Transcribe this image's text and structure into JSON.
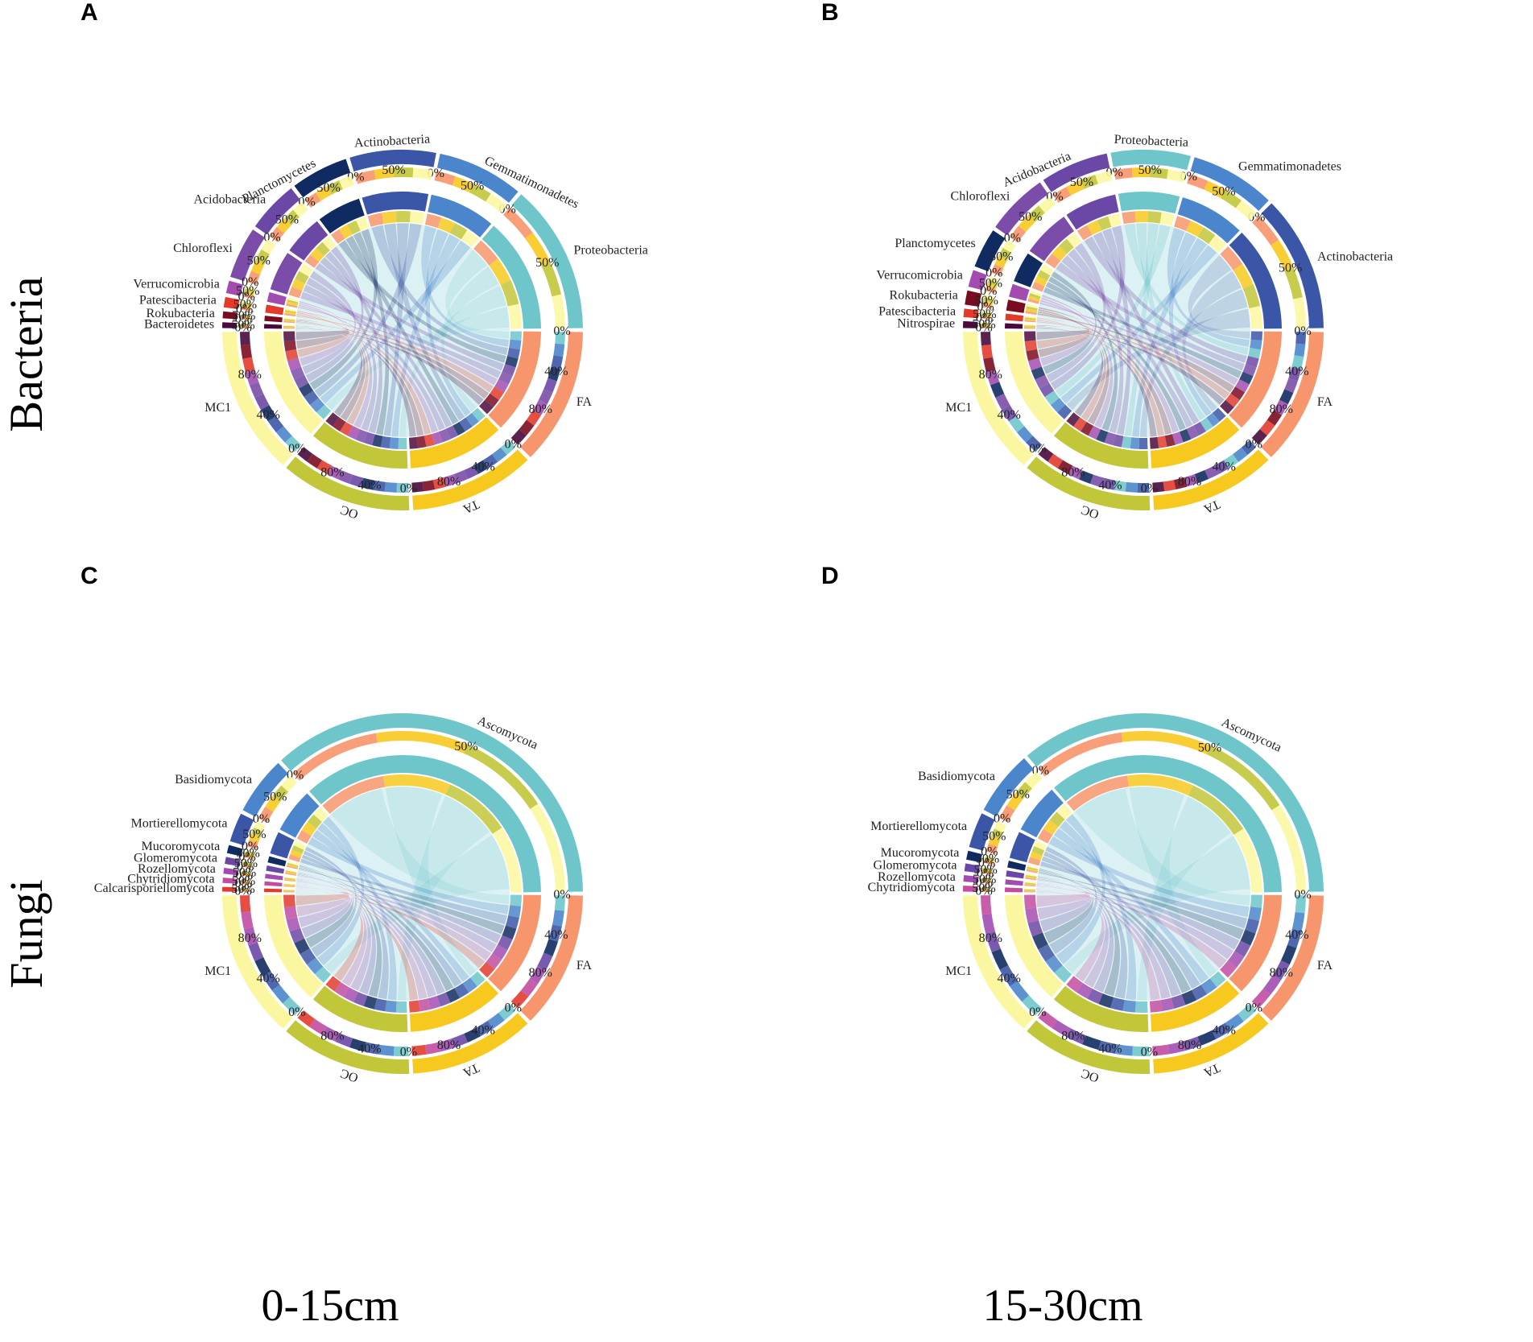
{
  "figure": {
    "row_labels": [
      "Bacteria",
      "Fungi"
    ],
    "col_labels": [
      "0-15cm",
      "15-30cm"
    ]
  },
  "colors": {
    "FA": "#F7956C",
    "TA": "#F7C91E",
    "OC": "#C2C73A",
    "MC1": "#FBF7A0",
    "Proteobacteria": "#6EC6CB",
    "Actinobacteria": "#3B56A6",
    "Gemmatimonadetes": "#4B86CC",
    "Planctomycetes": "#102B61",
    "Acidobacteria": "#6B48A5",
    "Chloroflexi": "#7B4CA8",
    "Verrucomicrobia": "#A24CB0",
    "Patescibacteria": "#E23B2C",
    "Rokubacteria": "#7A0C20",
    "Bacteroidetes": "#4A0A3C",
    "Nitrospirae": "#4A0A3C",
    "Ascomycota": "#6EC6CB",
    "Basidiomycota": "#4B86CC",
    "Mortierellomycota": "#3B56A6",
    "Mucoromycota": "#102B61",
    "Glomeromycota": "#6B48A5",
    "Rozellomycota": "#A24CB0",
    "Chytridiomycota": "#C24CA0",
    "Calcarisporiellomycota": "#E23B2C"
  },
  "chart_data": [
    {
      "panel": "A",
      "type": "chord",
      "group": "Bacteria",
      "depth": "0-15cm",
      "sectors": [
        {
          "name": "Proteobacteria",
          "size": 26
        },
        {
          "name": "Gemmatimonadetes",
          "size": 15
        },
        {
          "name": "Actinobacteria",
          "size": 15
        },
        {
          "name": "Planctomycetes",
          "size": 10
        },
        {
          "name": "Acidobacteria",
          "size": 9
        },
        {
          "name": "Chloroflexi",
          "size": 9
        },
        {
          "name": "Verrucomicrobia",
          "size": 2.2
        },
        {
          "name": "Patescibacteria",
          "size": 1.8
        },
        {
          "name": "Rokubacteria",
          "size": 1.2
        },
        {
          "name": "Bacteroidetes",
          "size": 1.0
        }
      ],
      "samples": [
        {
          "name": "FA",
          "size": 24
        },
        {
          "name": "TA",
          "size": 22
        },
        {
          "name": "OC",
          "size": 23
        },
        {
          "name": "MC1",
          "size": 26
        }
      ],
      "taxa_ticks": [
        "0%",
        "50%"
      ],
      "sample_ticks": [
        "0%",
        "40%",
        "80%"
      ]
    },
    {
      "panel": "B",
      "type": "chord",
      "group": "Bacteria",
      "depth": "15-30cm",
      "sectors": [
        {
          "name": "Actinobacteria",
          "size": 24
        },
        {
          "name": "Gemmatimonadetes",
          "size": 15
        },
        {
          "name": "Proteobacteria",
          "size": 14
        },
        {
          "name": "Acidobacteria",
          "size": 12
        },
        {
          "name": "Chloroflexi",
          "size": 11
        },
        {
          "name": "Planctomycetes",
          "size": 7
        },
        {
          "name": "Verrucomicrobia",
          "size": 3
        },
        {
          "name": "Rokubacteria",
          "size": 2.5
        },
        {
          "name": "Patescibacteria",
          "size": 1.5
        },
        {
          "name": "Nitrospirae",
          "size": 1.2
        }
      ],
      "samples": [
        {
          "name": "FA",
          "size": 24
        },
        {
          "name": "TA",
          "size": 22
        },
        {
          "name": "OC",
          "size": 23
        },
        {
          "name": "MC1",
          "size": 26
        }
      ],
      "taxa_ticks": [
        "0%",
        "50%"
      ],
      "sample_ticks": [
        "0%",
        "40%",
        "80%"
      ]
    },
    {
      "panel": "C",
      "type": "chord",
      "group": "Fungi",
      "depth": "0-15cm",
      "sectors": [
        {
          "name": "Ascomycota",
          "size": 70
        },
        {
          "name": "Basidiomycota",
          "size": 10
        },
        {
          "name": "Mortierellomycota",
          "size": 5
        },
        {
          "name": "Mucoromycota",
          "size": 1.4
        },
        {
          "name": "Glomeromycota",
          "size": 1.2
        },
        {
          "name": "Rozellomycota",
          "size": 1.0
        },
        {
          "name": "Chytridiomycota",
          "size": 0.9
        },
        {
          "name": "Calcarisporiellomycota",
          "size": 0.8
        }
      ],
      "samples": [
        {
          "name": "FA",
          "size": 24
        },
        {
          "name": "TA",
          "size": 22
        },
        {
          "name": "OC",
          "size": 23
        },
        {
          "name": "MC1",
          "size": 26
        }
      ],
      "taxa_ticks": [
        "0%",
        "50%"
      ],
      "sample_ticks": [
        "0%",
        "40%",
        "80%"
      ]
    },
    {
      "panel": "D",
      "type": "chord",
      "group": "Fungi",
      "depth": "15-30cm",
      "sectors": [
        {
          "name": "Ascomycota",
          "size": 68
        },
        {
          "name": "Basidiomycota",
          "size": 11
        },
        {
          "name": "Mortierellomycota",
          "size": 6
        },
        {
          "name": "Mucoromycota",
          "size": 1.5
        },
        {
          "name": "Glomeromycota",
          "size": 1.3
        },
        {
          "name": "Rozellomycota",
          "size": 1.1
        },
        {
          "name": "Chytridiomycota",
          "size": 1.0
        }
      ],
      "samples": [
        {
          "name": "FA",
          "size": 24
        },
        {
          "name": "TA",
          "size": 22
        },
        {
          "name": "OC",
          "size": 23
        },
        {
          "name": "MC1",
          "size": 26
        }
      ],
      "taxa_ticks": [
        "0%",
        "50%"
      ],
      "sample_ticks": [
        "0%",
        "40%",
        "80%"
      ]
    }
  ]
}
